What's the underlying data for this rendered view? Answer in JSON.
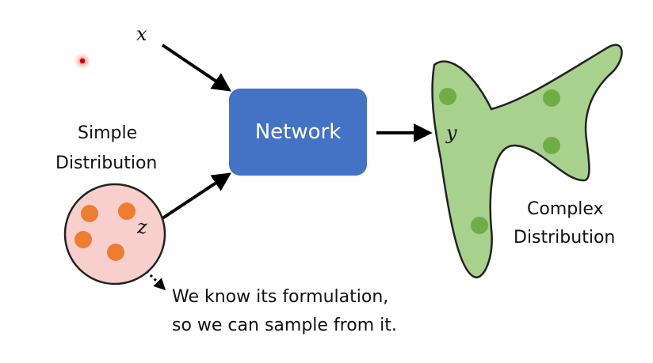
{
  "labels": {
    "x": "x",
    "z": "z",
    "y": "y",
    "network": "Network",
    "simple_line1": "Simple",
    "simple_line2": "Distribution",
    "complex_line1": "Complex",
    "complex_line2": "Distribution",
    "note_line1": "We know its formulation,",
    "note_line2": "so we can sample from it."
  },
  "colors": {
    "network_fill": "#4472c4",
    "simple_fill": "#f8cfcc",
    "simple_dot": "#ed7d31",
    "complex_fill": "#a9d18e",
    "complex_dot": "#70ad47",
    "pointer": "#e11b1b"
  }
}
